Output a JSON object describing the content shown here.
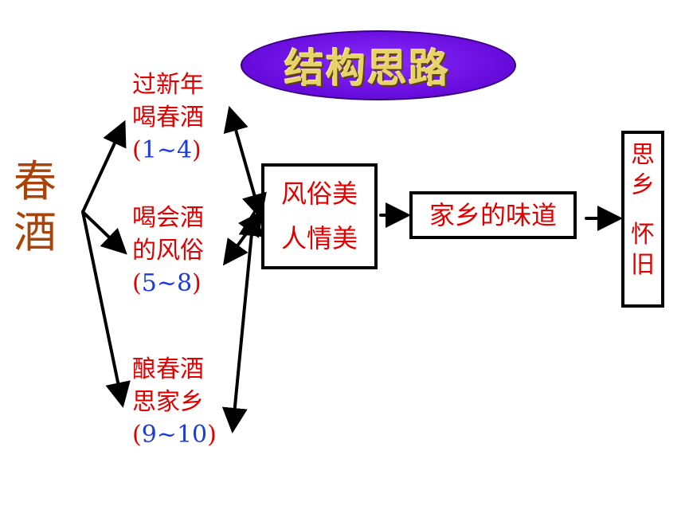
{
  "title": "结构思路",
  "main_topic": [
    "春",
    "酒"
  ],
  "branches": [
    {
      "lines": [
        "过新年",
        "喝春酒"
      ],
      "range": {
        "open": "(",
        "value": "1~4",
        "close": ")"
      }
    },
    {
      "lines": [
        "喝会酒",
        "的风俗"
      ],
      "range": {
        "open": "(",
        "value": "5~8",
        "close": ")"
      }
    },
    {
      "lines": [
        "酿春酒",
        "思家乡"
      ],
      "range": {
        "open": "(",
        "value": "9~10",
        "close": ")"
      }
    }
  ],
  "beauty_box": {
    "lines": [
      "风俗美",
      "人情美"
    ]
  },
  "taste_box": {
    "label": "家乡的味道"
  },
  "nostalgia_box": {
    "chars": [
      "思",
      "乡",
      "怀",
      "旧"
    ]
  },
  "colors": {
    "title_oval": "#6a0fe0",
    "title_text": "#e8d36a",
    "main_topic": "#a8440a",
    "branch_text": "#e00000",
    "range_numbers": "#1c3cd6",
    "arrows": "#000000"
  }
}
